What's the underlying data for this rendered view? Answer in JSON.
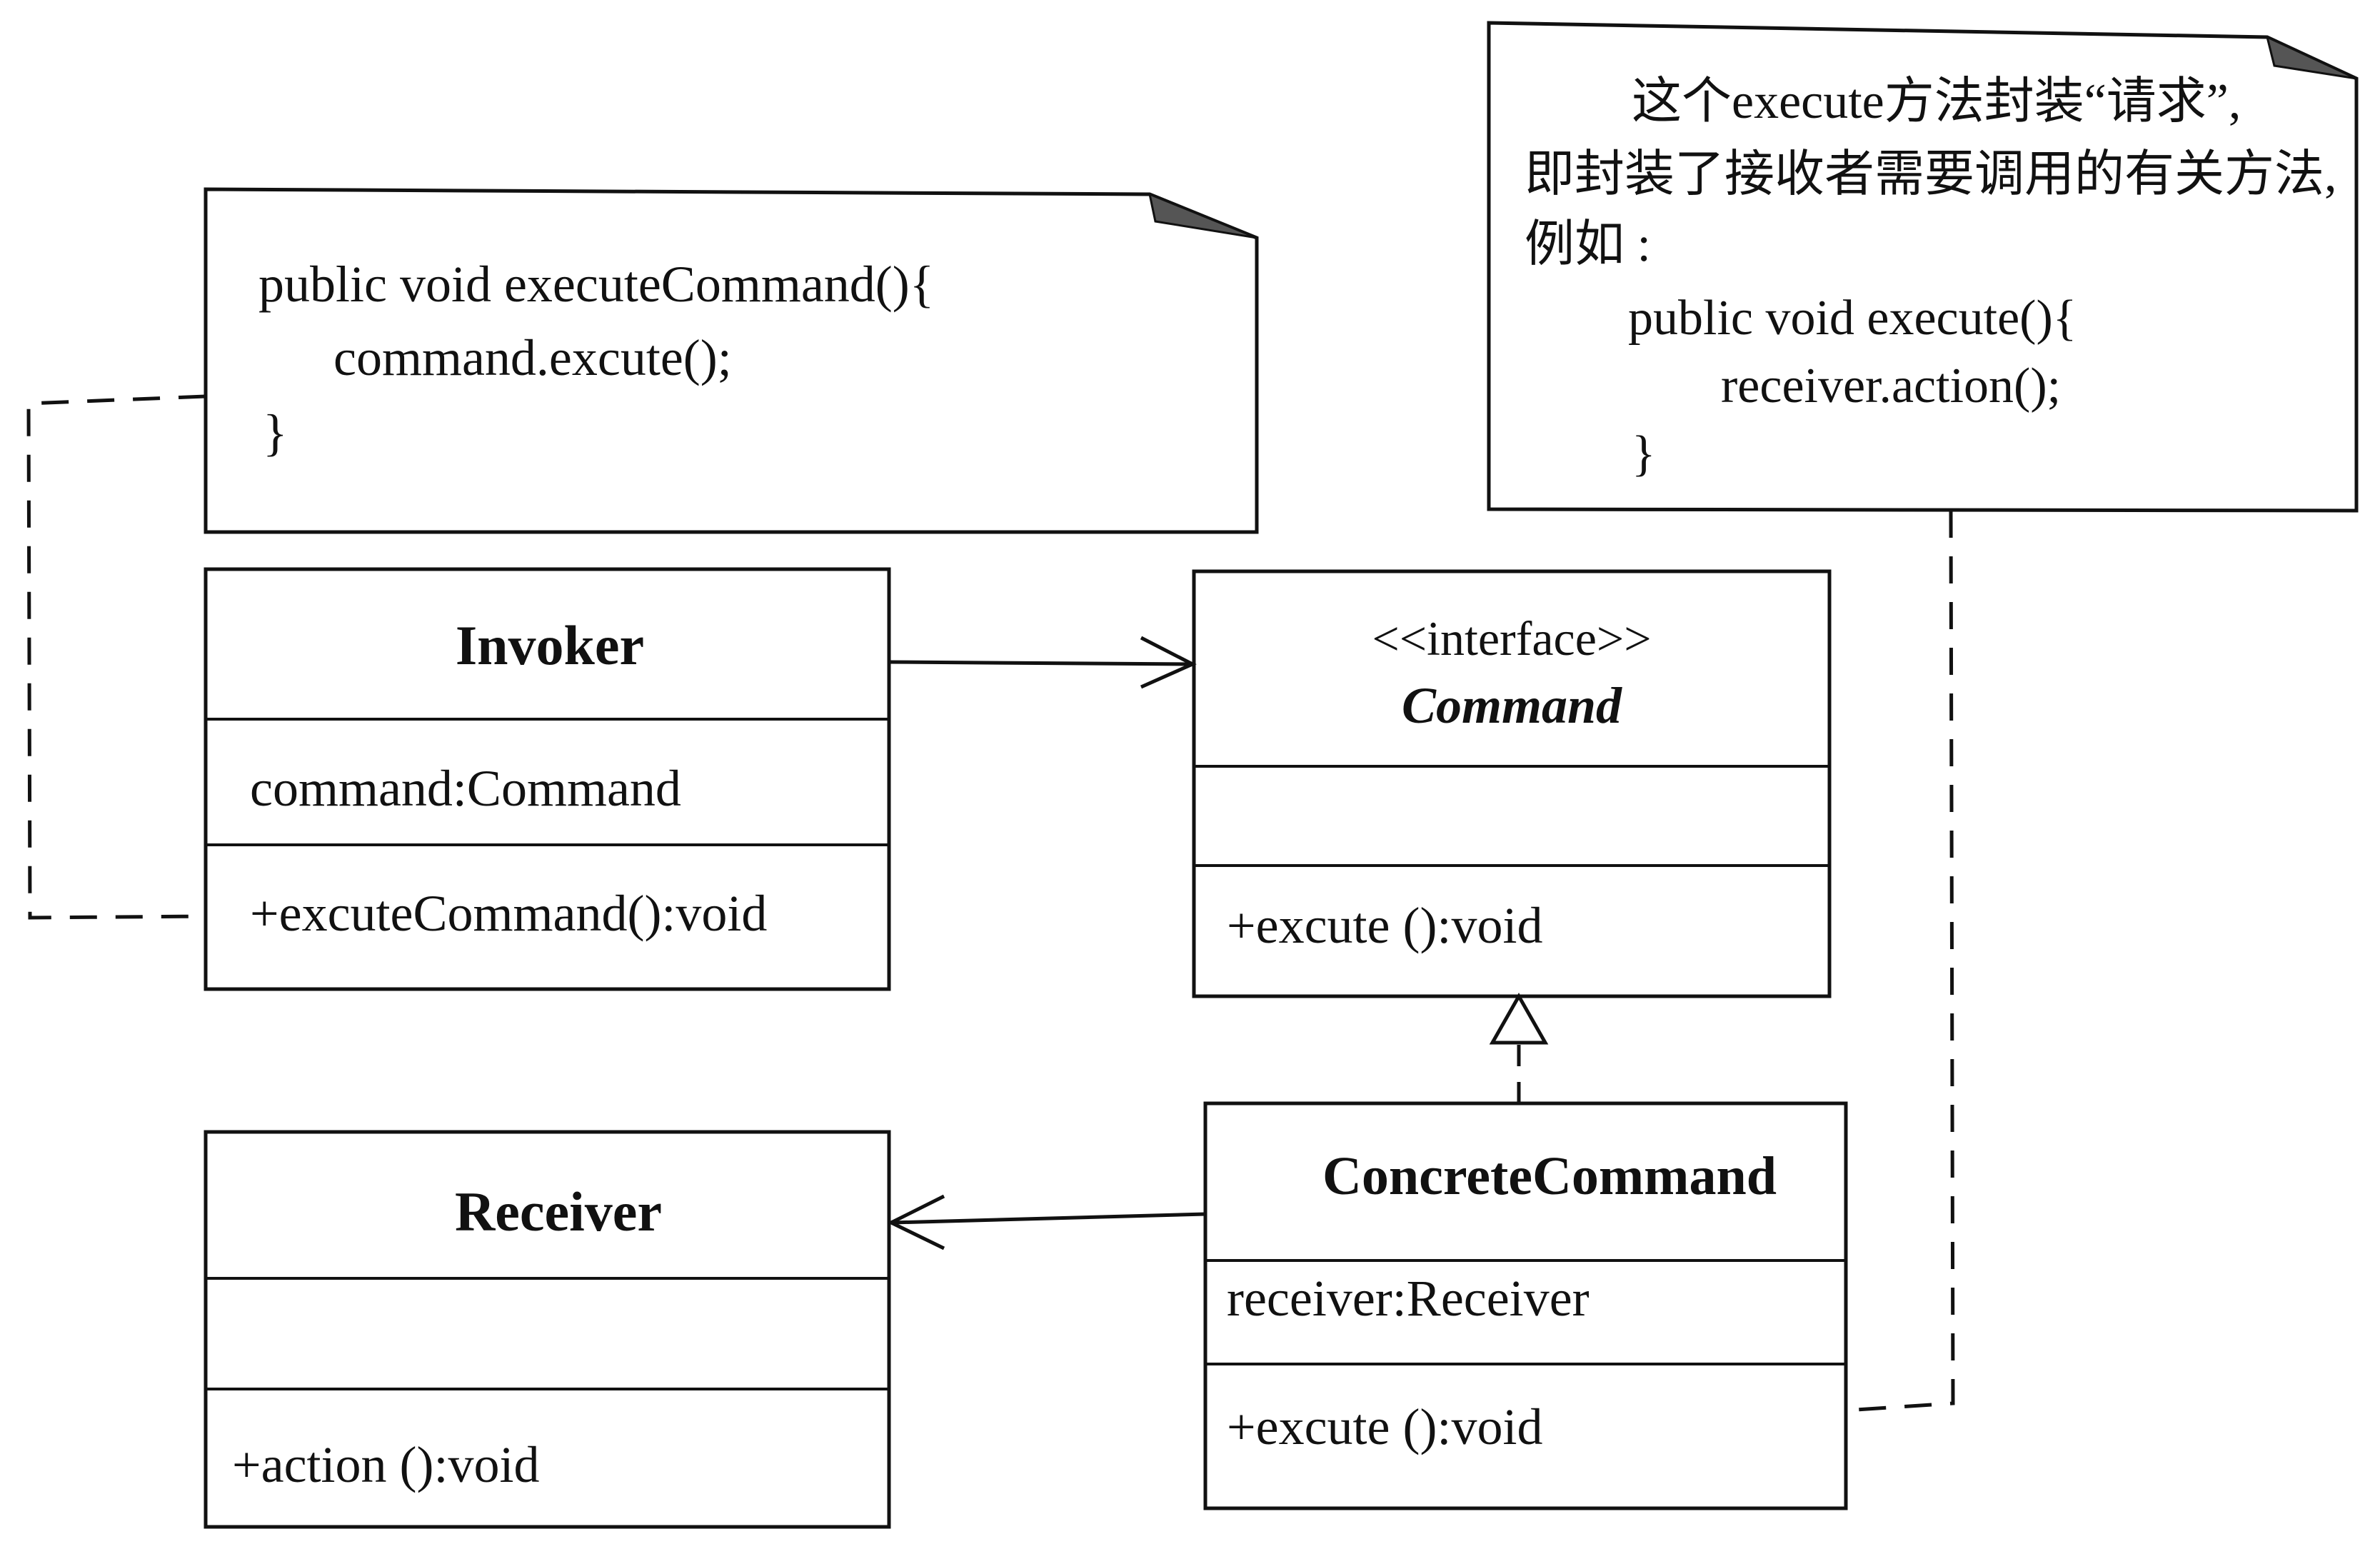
{
  "notes": {
    "invoker_note": {
      "lines": [
        "public void executeCommand(){",
        "command.excute();",
        "}"
      ]
    },
    "execute_note": {
      "lines": [
        "这个execute方法封装“请求”,",
        "即封装了接收者需要调用的有关方法,",
        "例如 :",
        "public void execute(){",
        "receiver.action();",
        "}"
      ]
    }
  },
  "classes": {
    "invoker": {
      "name": "Invoker",
      "attribute": "command:Command",
      "operation": "+excuteCommand():void"
    },
    "command": {
      "stereotype": "<<interface>>",
      "name": "Command",
      "operation": "+excute ():void"
    },
    "receiver": {
      "name": "Receiver",
      "operation": "+action ():void"
    },
    "concrete_command": {
      "name": "ConcreteCommand",
      "attribute": "receiver:Receiver",
      "operation": "+excute ():void"
    }
  },
  "colors": {
    "line": "#111111",
    "background": "#ffffff"
  }
}
